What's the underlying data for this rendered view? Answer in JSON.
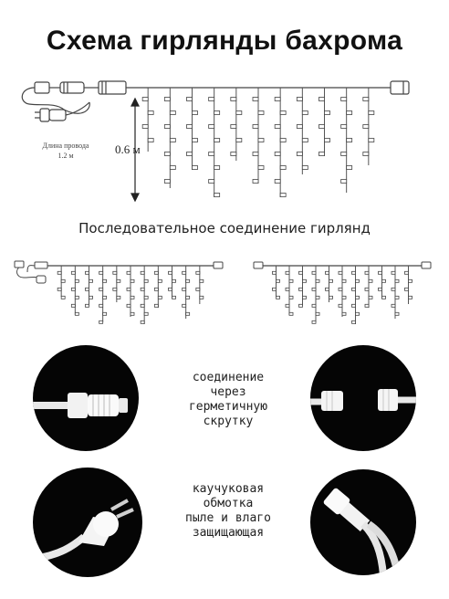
{
  "title": "Схема гирлянды бахрома",
  "wire_caption": [
    "Длина провода",
    "1.2 м"
  ],
  "height_label": "0.6 м",
  "subtitle": "Последовательное соединение гирлянд",
  "features": [
    {
      "lines": [
        "соединение",
        "через",
        "герметичную",
        "скрутку"
      ]
    },
    {
      "lines": [
        "каучуковая",
        "обмотка",
        "пыле и влаго",
        "защищающая"
      ]
    }
  ],
  "colors": {
    "wire": "#444444",
    "circle": "#050505",
    "plug": "#f4f4f4"
  }
}
